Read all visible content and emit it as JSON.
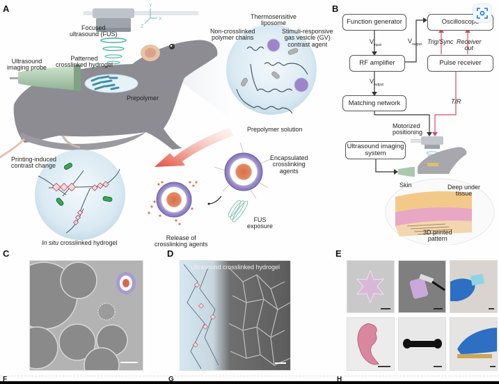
{
  "figure": {
    "panel_labels": [
      "A",
      "B",
      "C",
      "D",
      "E"
    ],
    "partial_labels_bottom": [
      "F",
      "G",
      "H"
    ],
    "panel_a": {
      "fus": "Focused\nultrasound (FUS)",
      "axes": {
        "y": "Y",
        "x": "X",
        "z": "Z"
      },
      "probe": "Ultrasound\nimaging probe",
      "hydrogel": "Patterned\ncrosslinked hydrogel",
      "prepolymer": "Prepolymer",
      "thermo": "Thermosensitive\nliposome",
      "noncross": "Non-crosslinked\npolymer chains",
      "gv": "Stimuli-responsive\ngas vesicle (GV)\ncontrast agent",
      "prepolymer_solution": "Prepolymer solution",
      "encapsulated": "Encapsulated\ncrosslinking\nagents",
      "fus_exposure": "FUS\nexposure",
      "release": "Release of\ncrosslinking agents",
      "contrast_change": "Printing-induced\ncontrast change",
      "insitu_italic": "In situ",
      "insitu_rest": " crosslinked hydrogel"
    },
    "panel_b": {
      "function_generator": "Function generator",
      "oscilloscope": "Oscilloscope",
      "rf_amplifier": "RF amplifier",
      "pulse_receiver": "Pulse receiver",
      "matching_network": "Matching network",
      "imaging_system": "Ultrasound imaging\nsystem",
      "v_input": "V",
      "v_input_sub": "input",
      "v_output": "V",
      "v_output_sub": "output",
      "v_output2": "V",
      "v_output2_sub": "output",
      "trig_sync": "Trig/Sync",
      "receiver_out": "Receiver\nout",
      "tr": "T/R",
      "motorized": "Motorized\npositioning",
      "skin": "Skin",
      "deep": "Deep under\ntissue",
      "printed": "3D printed\npattern"
    },
    "panel_d": {
      "caption": "Ultrasound crosslinked hydrogel"
    },
    "colors": {
      "accent_red": "#d64b5f",
      "gv_green": "#3aa356",
      "liposome_purple": "#9a86c9"
    }
  },
  "overlay": {
    "lens_icon": "screen-search-icon"
  }
}
